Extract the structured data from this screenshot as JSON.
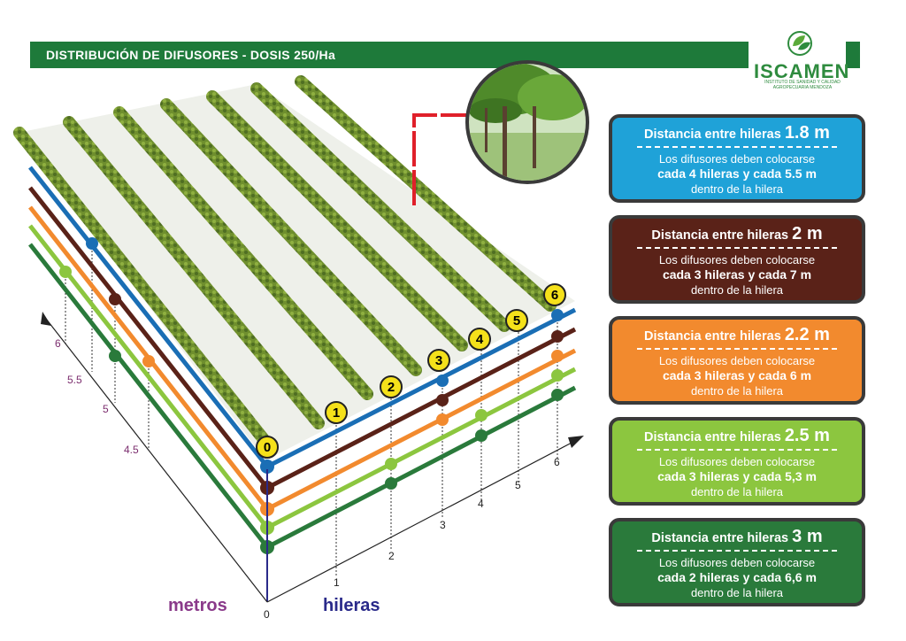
{
  "header": {
    "title": "DISTRIBUCIÓN DE DIFUSORES - DOSIS 250/Ha"
  },
  "logo": {
    "name": "ISCAMEN",
    "subtitle": "INSTITUTO DE SANIDAD Y CALIDAD AGROPECUARIA MENDOZA"
  },
  "axes": {
    "meters_label": "metros",
    "rows_label": "hileras",
    "meters_ticks": [
      "0",
      "4.5",
      "5",
      "5.5",
      "6"
    ],
    "rows_ticks": [
      "1",
      "2",
      "3",
      "4",
      "5",
      "6"
    ],
    "row_badges": [
      "0",
      "1",
      "2",
      "3",
      "4",
      "5",
      "6"
    ]
  },
  "colors": {
    "blue": "#1a6eb5",
    "brown": "#5a2218",
    "orange": "#f28a2e",
    "lightgreen": "#8cc63f",
    "darkgreen": "#2a7a3b"
  },
  "cards": [
    {
      "color": "#1fa2d8",
      "title_prefix": "Distancia entre hileras",
      "title_value": "1.8 m",
      "line1": "Los difusores deben colocarse",
      "line2": "cada 4 hileras y cada 5.5 m",
      "line3": "dentro de la hilera"
    },
    {
      "color": "#5a2218",
      "title_prefix": "Distancia entre hileras",
      "title_value": "2 m",
      "line1": "Los difusores deben colocarse",
      "line2": "cada 3 hileras y cada 7 m",
      "line3": "dentro de la hilera"
    },
    {
      "color": "#f28a2e",
      "title_prefix": "Distancia entre hileras",
      "title_value": "2.2 m",
      "line1": "Los difusores deben colocarse",
      "line2": "cada 3 hileras y cada 6 m",
      "line3": "dentro de la hilera"
    },
    {
      "color": "#8cc63f",
      "title_prefix": "Distancia entre hileras",
      "title_value": "2.5 m",
      "line1": "Los difusores deben colocarse",
      "line2": "cada 3 hileras y cada 5,3 m",
      "line3": "dentro de la hilera"
    },
    {
      "color": "#2a7a3b",
      "title_prefix": "Distancia entre hileras",
      "title_value": "3 m",
      "line1": "Los difusores deben colocarse",
      "line2": "cada 2 hileras y cada 6,6 m",
      "line3": "dentro de la hilera"
    }
  ]
}
